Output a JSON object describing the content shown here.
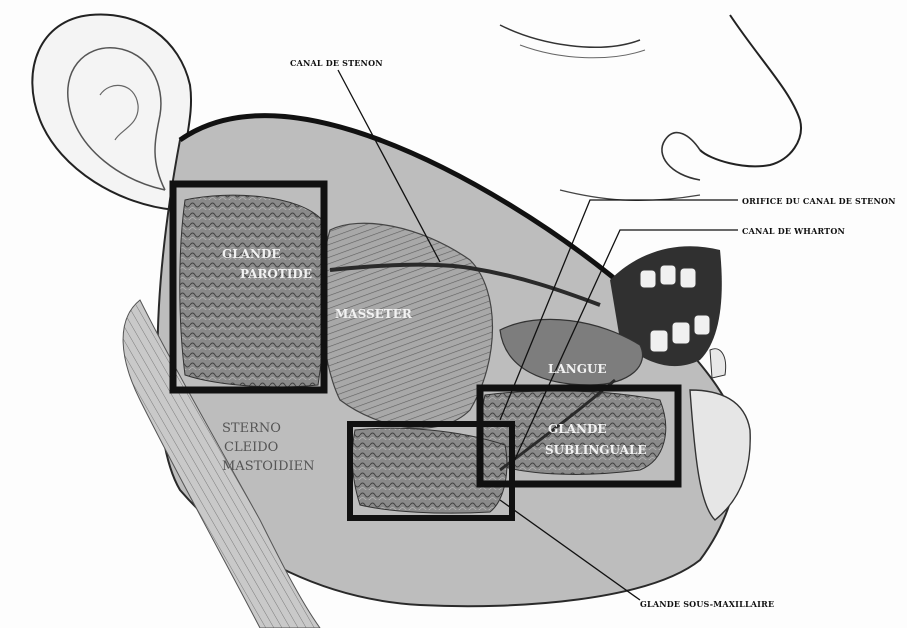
{
  "labels": {
    "canal_stenon": "CANAL DE STENON",
    "orifice_canal_stenon": "ORIFICE DU CANAL DE STENON",
    "canal_wharton": "CANAL DE WHARTON",
    "glande": "GLANDE",
    "parotide": "PAROTIDE",
    "masseter": "MASSETER",
    "langue": "LANGUE",
    "sublinguale": "SUBLINGUALE",
    "sterno": "STERNO",
    "cleido": "CLEIDO",
    "mastoidien": "MASTOIDIEN",
    "glande_sous_maxillaire": "GLANDE SOUS-MAXILLAIRE"
  },
  "highlight_boxes": [
    "parotid-gland",
    "sublingual-gland",
    "submandibular-gland"
  ]
}
